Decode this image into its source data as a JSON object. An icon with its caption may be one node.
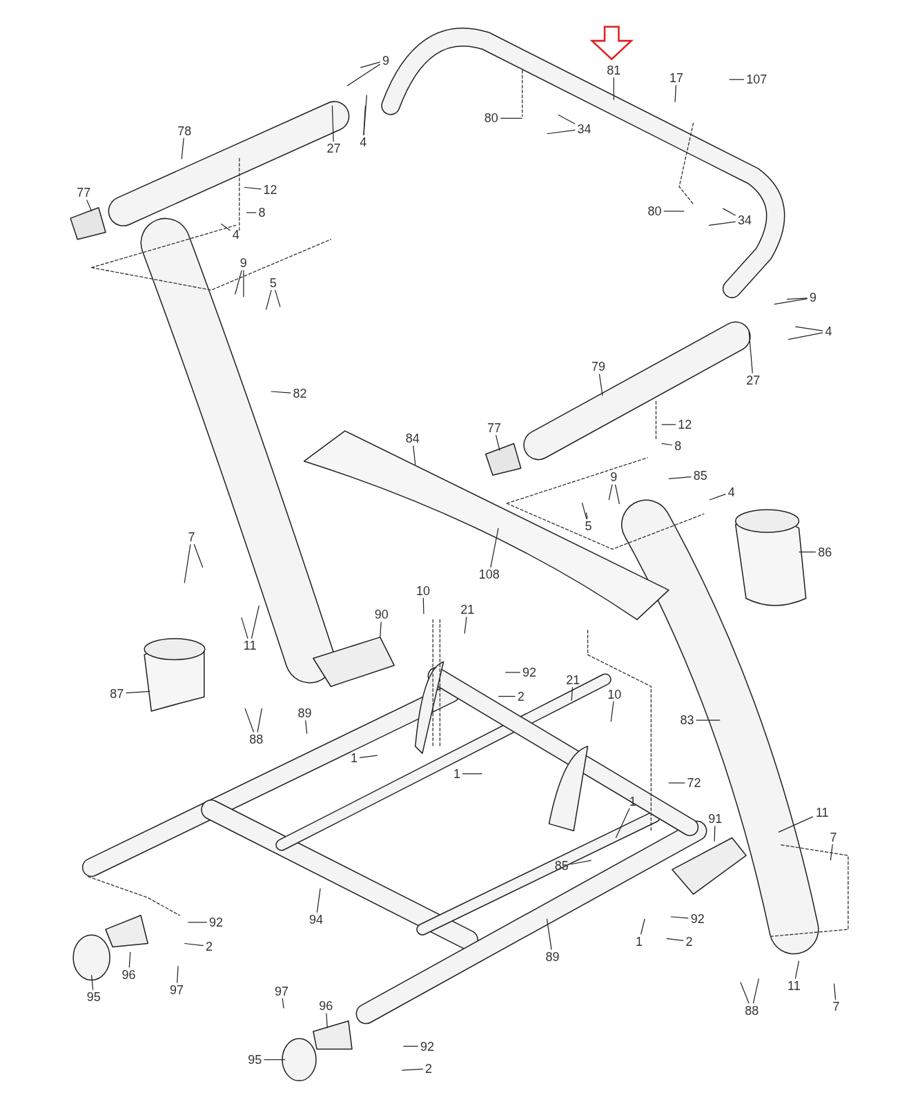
{
  "diagram": {
    "nodes": [
      {
        "text": [
          "9"
        ]
      },
      {
        "text": [
          "78"
        ]
      },
      {
        "text": [
          "27"
        ]
      },
      {
        "text": [
          "4"
        ]
      },
      {
        "text": [
          "81"
        ]
      },
      {
        "text": [
          "17"
        ]
      },
      {
        "text": [
          "107"
        ]
      },
      {
        "text": [
          "80"
        ]
      },
      {
        "text": [
          "34"
        ]
      },
      {
        "text": [
          "77"
        ]
      },
      {
        "text": [
          "12"
        ]
      },
      {
        "text": [
          "8"
        ]
      },
      {
        "text": [
          "4"
        ]
      },
      {
        "text": [
          "80"
        ]
      },
      {
        "text": [
          "34"
        ]
      },
      {
        "text": [
          "9"
        ]
      },
      {
        "text": [
          "5"
        ]
      },
      {
        "text": [
          "9"
        ]
      },
      {
        "text": [
          "4"
        ]
      },
      {
        "text": [
          "82"
        ]
      },
      {
        "text": [
          "79"
        ]
      },
      {
        "text": [
          "27"
        ]
      },
      {
        "text": [
          "84"
        ]
      },
      {
        "text": [
          "12"
        ]
      },
      {
        "text": [
          "8"
        ]
      },
      {
        "text": [
          "77"
        ]
      },
      {
        "text": [
          "9"
        ]
      },
      {
        "text": [
          "85"
        ]
      },
      {
        "text": [
          "4"
        ]
      },
      {
        "text": [
          "5"
        ]
      },
      {
        "text": [
          "86"
        ]
      },
      {
        "text": [
          "108"
        ]
      },
      {
        "text": [
          "7"
        ]
      },
      {
        "text": [
          "11"
        ]
      },
      {
        "text": [
          "10"
        ]
      },
      {
        "text": [
          "21"
        ]
      },
      {
        "text": [
          "90"
        ]
      },
      {
        "text": [
          "87"
        ]
      },
      {
        "text": [
          "92"
        ]
      },
      {
        "text": [
          "2"
        ]
      },
      {
        "text": [
          "21"
        ]
      },
      {
        "text": [
          "10"
        ]
      },
      {
        "text": [
          "83"
        ]
      },
      {
        "text": [
          "89"
        ]
      },
      {
        "text": [
          "88"
        ]
      },
      {
        "text": [
          "1"
        ]
      },
      {
        "text": [
          "1"
        ]
      },
      {
        "text": [
          "72"
        ]
      },
      {
        "text": [
          "1"
        ]
      },
      {
        "text": [
          "11"
        ]
      },
      {
        "text": [
          "91"
        ]
      },
      {
        "text": [
          "7"
        ]
      },
      {
        "text": [
          "85"
        ]
      },
      {
        "text": [
          "94"
        ]
      },
      {
        "text": [
          "92"
        ]
      },
      {
        "text": [
          "2"
        ]
      },
      {
        "text": [
          "92"
        ]
      },
      {
        "text": [
          "2"
        ]
      },
      {
        "text": [
          "1"
        ]
      },
      {
        "text": [
          "89"
        ]
      },
      {
        "text": [
          "96"
        ]
      },
      {
        "text": [
          "95"
        ]
      },
      {
        "text": [
          "97"
        ]
      },
      {
        "text": [
          "11"
        ]
      },
      {
        "text": [
          "7"
        ]
      },
      {
        "text": [
          "88"
        ]
      },
      {
        "text": [
          "97"
        ]
      },
      {
        "text": [
          "96"
        ]
      },
      {
        "text": [
          "92"
        ]
      },
      {
        "text": [
          "95"
        ]
      },
      {
        "text": [
          "2"
        ]
      }
    ],
    "edges": [
      {
        "from": 0,
        "to": null,
        "arrow": "none"
      },
      {
        "from": 0,
        "to": null,
        "arrow": "none"
      },
      {
        "from": 1,
        "to": null,
        "arrow": "none"
      },
      {
        "from": 2,
        "to": null,
        "arrow": "none"
      },
      {
        "from": 3,
        "to": null,
        "arrow": "none"
      },
      {
        "from": 3,
        "to": null,
        "arrow": "none"
      },
      {
        "from": 4,
        "to": null,
        "arrow": "none"
      },
      {
        "from": 5,
        "to": null,
        "arrow": "none"
      },
      {
        "from": 6,
        "to": null,
        "arrow": "none"
      },
      {
        "from": 7,
        "to": null,
        "arrow": "none"
      },
      {
        "from": 8,
        "to": null,
        "arrow": "none"
      },
      {
        "from": 8,
        "to": null,
        "arrow": "none"
      },
      {
        "from": 9,
        "to": null,
        "arrow": "none"
      },
      {
        "from": 10,
        "to": null,
        "arrow": "none"
      },
      {
        "from": 11,
        "to": null,
        "arrow": "none"
      },
      {
        "from": 12,
        "to": null,
        "arrow": "none"
      },
      {
        "from": 13,
        "to": null,
        "arrow": "none"
      },
      {
        "from": 14,
        "to": null,
        "arrow": "none"
      },
      {
        "from": 14,
        "to": null,
        "arrow": "none"
      },
      {
        "from": 15,
        "to": null,
        "arrow": "none"
      },
      {
        "from": 15,
        "to": null,
        "arrow": "none"
      },
      {
        "from": 16,
        "to": null,
        "arrow": "none"
      },
      {
        "from": 16,
        "to": null,
        "arrow": "none"
      },
      {
        "from": 17,
        "to": null,
        "arrow": "none"
      },
      {
        "from": 17,
        "to": null,
        "arrow": "none"
      },
      {
        "from": 18,
        "to": null,
        "arrow": "none"
      },
      {
        "from": 18,
        "to": null,
        "arrow": "none"
      },
      {
        "from": 19,
        "to": null,
        "arrow": "none"
      },
      {
        "from": 20,
        "to": null,
        "arrow": "none"
      },
      {
        "from": 21,
        "to": null,
        "arrow": "none"
      },
      {
        "from": 22,
        "to": null,
        "arrow": "none"
      },
      {
        "from": 23,
        "to": null,
        "arrow": "none"
      },
      {
        "from": 24,
        "to": null,
        "arrow": "none"
      },
      {
        "from": 25,
        "to": null,
        "arrow": "none"
      },
      {
        "from": 26,
        "to": null,
        "arrow": "none"
      },
      {
        "from": 26,
        "to": null,
        "arrow": "none"
      },
      {
        "from": 27,
        "to": null,
        "arrow": "none"
      },
      {
        "from": 28,
        "to": null,
        "arrow": "none"
      },
      {
        "from": 29,
        "to": null,
        "arrow": "none"
      },
      {
        "from": 29,
        "to": null,
        "arrow": "none"
      },
      {
        "from": 30,
        "to": null,
        "arrow": "none"
      },
      {
        "from": 31,
        "to": null,
        "arrow": "none"
      },
      {
        "from": 32,
        "to": null,
        "arrow": "none"
      },
      {
        "from": 32,
        "to": null,
        "arrow": "none"
      },
      {
        "from": 33,
        "to": null,
        "arrow": "none"
      },
      {
        "from": 33,
        "to": null,
        "arrow": "none"
      },
      {
        "from": 34,
        "to": null,
        "arrow": "none"
      },
      {
        "from": 35,
        "to": null,
        "arrow": "none"
      },
      {
        "from": 36,
        "to": null,
        "arrow": "none"
      },
      {
        "from": 37,
        "to": null,
        "arrow": "none"
      },
      {
        "from": 38,
        "to": null,
        "arrow": "none"
      },
      {
        "from": 39,
        "to": null,
        "arrow": "none"
      },
      {
        "from": 40,
        "to": null,
        "arrow": "none"
      },
      {
        "from": 41,
        "to": null,
        "arrow": "none"
      },
      {
        "from": 42,
        "to": null,
        "arrow": "none"
      },
      {
        "from": 43,
        "to": null,
        "arrow": "none"
      },
      {
        "from": 44,
        "to": null,
        "arrow": "none"
      },
      {
        "from": 44,
        "to": null,
        "arrow": "none"
      },
      {
        "from": 45,
        "to": null,
        "arrow": "none"
      },
      {
        "from": 46,
        "to": null,
        "arrow": "none"
      },
      {
        "from": 47,
        "to": null,
        "arrow": "none"
      },
      {
        "from": 48,
        "to": null,
        "arrow": "none"
      },
      {
        "from": 49,
        "to": null,
        "arrow": "none"
      },
      {
        "from": 50,
        "to": null,
        "arrow": "none"
      },
      {
        "from": 51,
        "to": null,
        "arrow": "none"
      },
      {
        "from": 52,
        "to": null,
        "arrow": "none"
      },
      {
        "from": 53,
        "to": null,
        "arrow": "none"
      },
      {
        "from": 54,
        "to": null,
        "arrow": "none"
      },
      {
        "from": 55,
        "to": null,
        "arrow": "none"
      },
      {
        "from": 56,
        "to": null,
        "arrow": "none"
      },
      {
        "from": 57,
        "to": null,
        "arrow": "none"
      },
      {
        "from": 58,
        "to": null,
        "arrow": "none"
      },
      {
        "from": 59,
        "to": null,
        "arrow": "none"
      },
      {
        "from": 60,
        "to": null,
        "arrow": "none"
      },
      {
        "from": 61,
        "to": null,
        "arrow": "none"
      },
      {
        "from": 62,
        "to": null,
        "arrow": "none"
      },
      {
        "from": 63,
        "to": null,
        "arrow": "none"
      },
      {
        "from": 64,
        "to": null,
        "arrow": "none"
      },
      {
        "from": 65,
        "to": null,
        "arrow": "none"
      },
      {
        "from": 65,
        "to": null,
        "arrow": "none"
      },
      {
        "from": 66,
        "to": null,
        "arrow": "none"
      },
      {
        "from": 67,
        "to": null,
        "arrow": "none"
      },
      {
        "from": 68,
        "to": null,
        "arrow": "none"
      },
      {
        "from": 69,
        "to": null,
        "arrow": "none"
      },
      {
        "from": 70,
        "to": null,
        "arrow": "none"
      }
    ]
  }
}
